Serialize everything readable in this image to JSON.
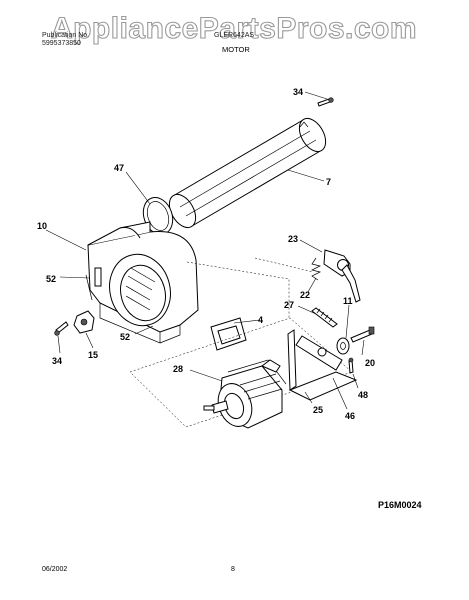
{
  "watermark": "AppliancePartsPros.com",
  "header": {
    "left_line1": "Publication No.",
    "left_line2": "5995373850",
    "model": "GLER642AS",
    "section_title": "MOTOR"
  },
  "callouts": {
    "c34a": "34",
    "c7": "7",
    "c47": "47",
    "c10": "10",
    "c52a": "52",
    "c23": "23",
    "c22": "22",
    "c27": "27",
    "c11": "11",
    "c4": "4",
    "c52b": "52",
    "c34b": "34",
    "c15": "15",
    "c28": "28",
    "c20": "20",
    "c48": "48",
    "c25": "25",
    "c46": "46"
  },
  "figure_id": "P16M0024",
  "footer": {
    "date": "06/2002",
    "page": "8"
  }
}
